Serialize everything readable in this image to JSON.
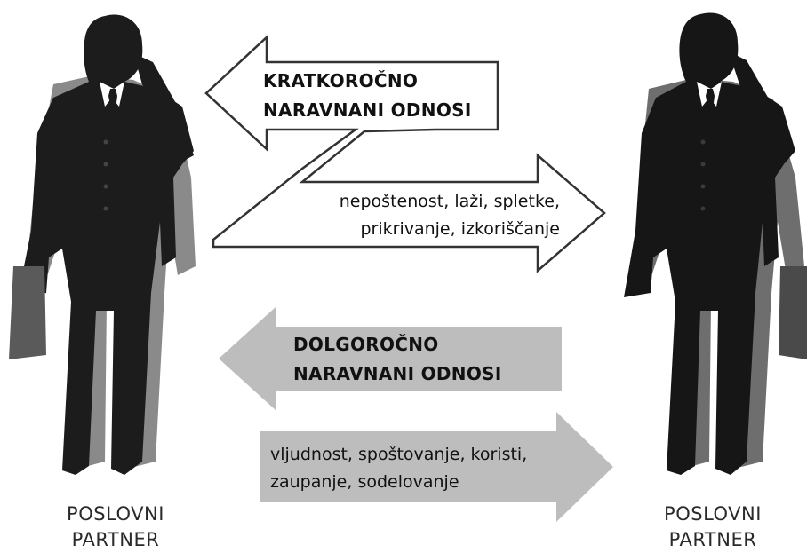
{
  "partners": {
    "left": {
      "line1": "POSLOVNI",
      "line2": "PARTNER"
    },
    "right": {
      "line1": "POSLOVNI",
      "line2": "PARTNER"
    }
  },
  "short_term": {
    "title_line1": "KRATKOROČNO",
    "title_line2": "NARAVNANI  ODNOSI",
    "traits_line1": "nepoštenost, laži, spletke,",
    "traits_line2": "prikrivanje, izkoriščanje"
  },
  "long_term": {
    "title_line1": "DOLGOROČNO",
    "title_line2": "NARAVNANI  ODNOSI",
    "traits_line1": "vljudnost, spoštovanje, koristi,",
    "traits_line2": "zaupanje, sodelovanje"
  },
  "colors": {
    "outline_arrow_fill": "#ffffff",
    "outline_arrow_stroke": "#333333",
    "gray_arrow_fill": "#bdbdbd",
    "left_figure_dark": "#1c1c1c",
    "left_figure_gray": "#8a8a8a",
    "right_figure_dark": "#161616",
    "right_figure_gray": "#6e6e6e"
  }
}
